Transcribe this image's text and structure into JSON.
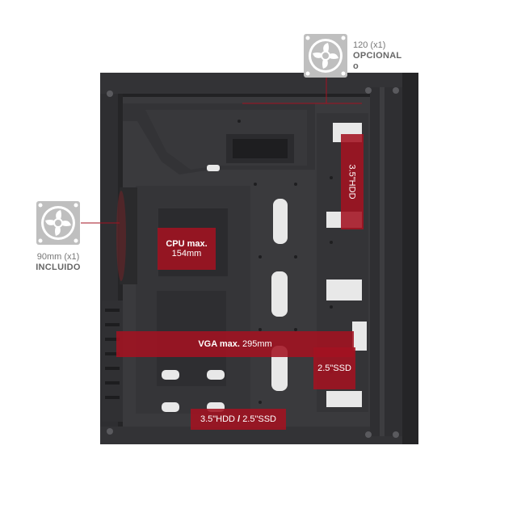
{
  "fans": {
    "top": {
      "count_line": "120 (x1)",
      "status_line1": "OPCIONAL",
      "status_line2": "o",
      "icon": "fan-icon"
    },
    "left": {
      "count_line": "90mm (x1)",
      "status_line": "INCLUIDO",
      "icon": "fan-icon"
    }
  },
  "labels": {
    "cpu_title": "CPU max.",
    "cpu_value": "154mm",
    "vga_title": "VGA max.",
    "vga_value": "295mm",
    "hdd_top": "3.5\"HDD",
    "ssd_right": "2.5\"SSD",
    "bottom_hdd": "3.5\"HDD",
    "bottom_sep": "/",
    "bottom_ssd": "2.5\"SSD"
  },
  "colors": {
    "accent": "#a31221",
    "case_dark": "#2b2b2d",
    "case_mid": "#3c3c3f",
    "fan_icon_bg": "#bfbfbf"
  }
}
